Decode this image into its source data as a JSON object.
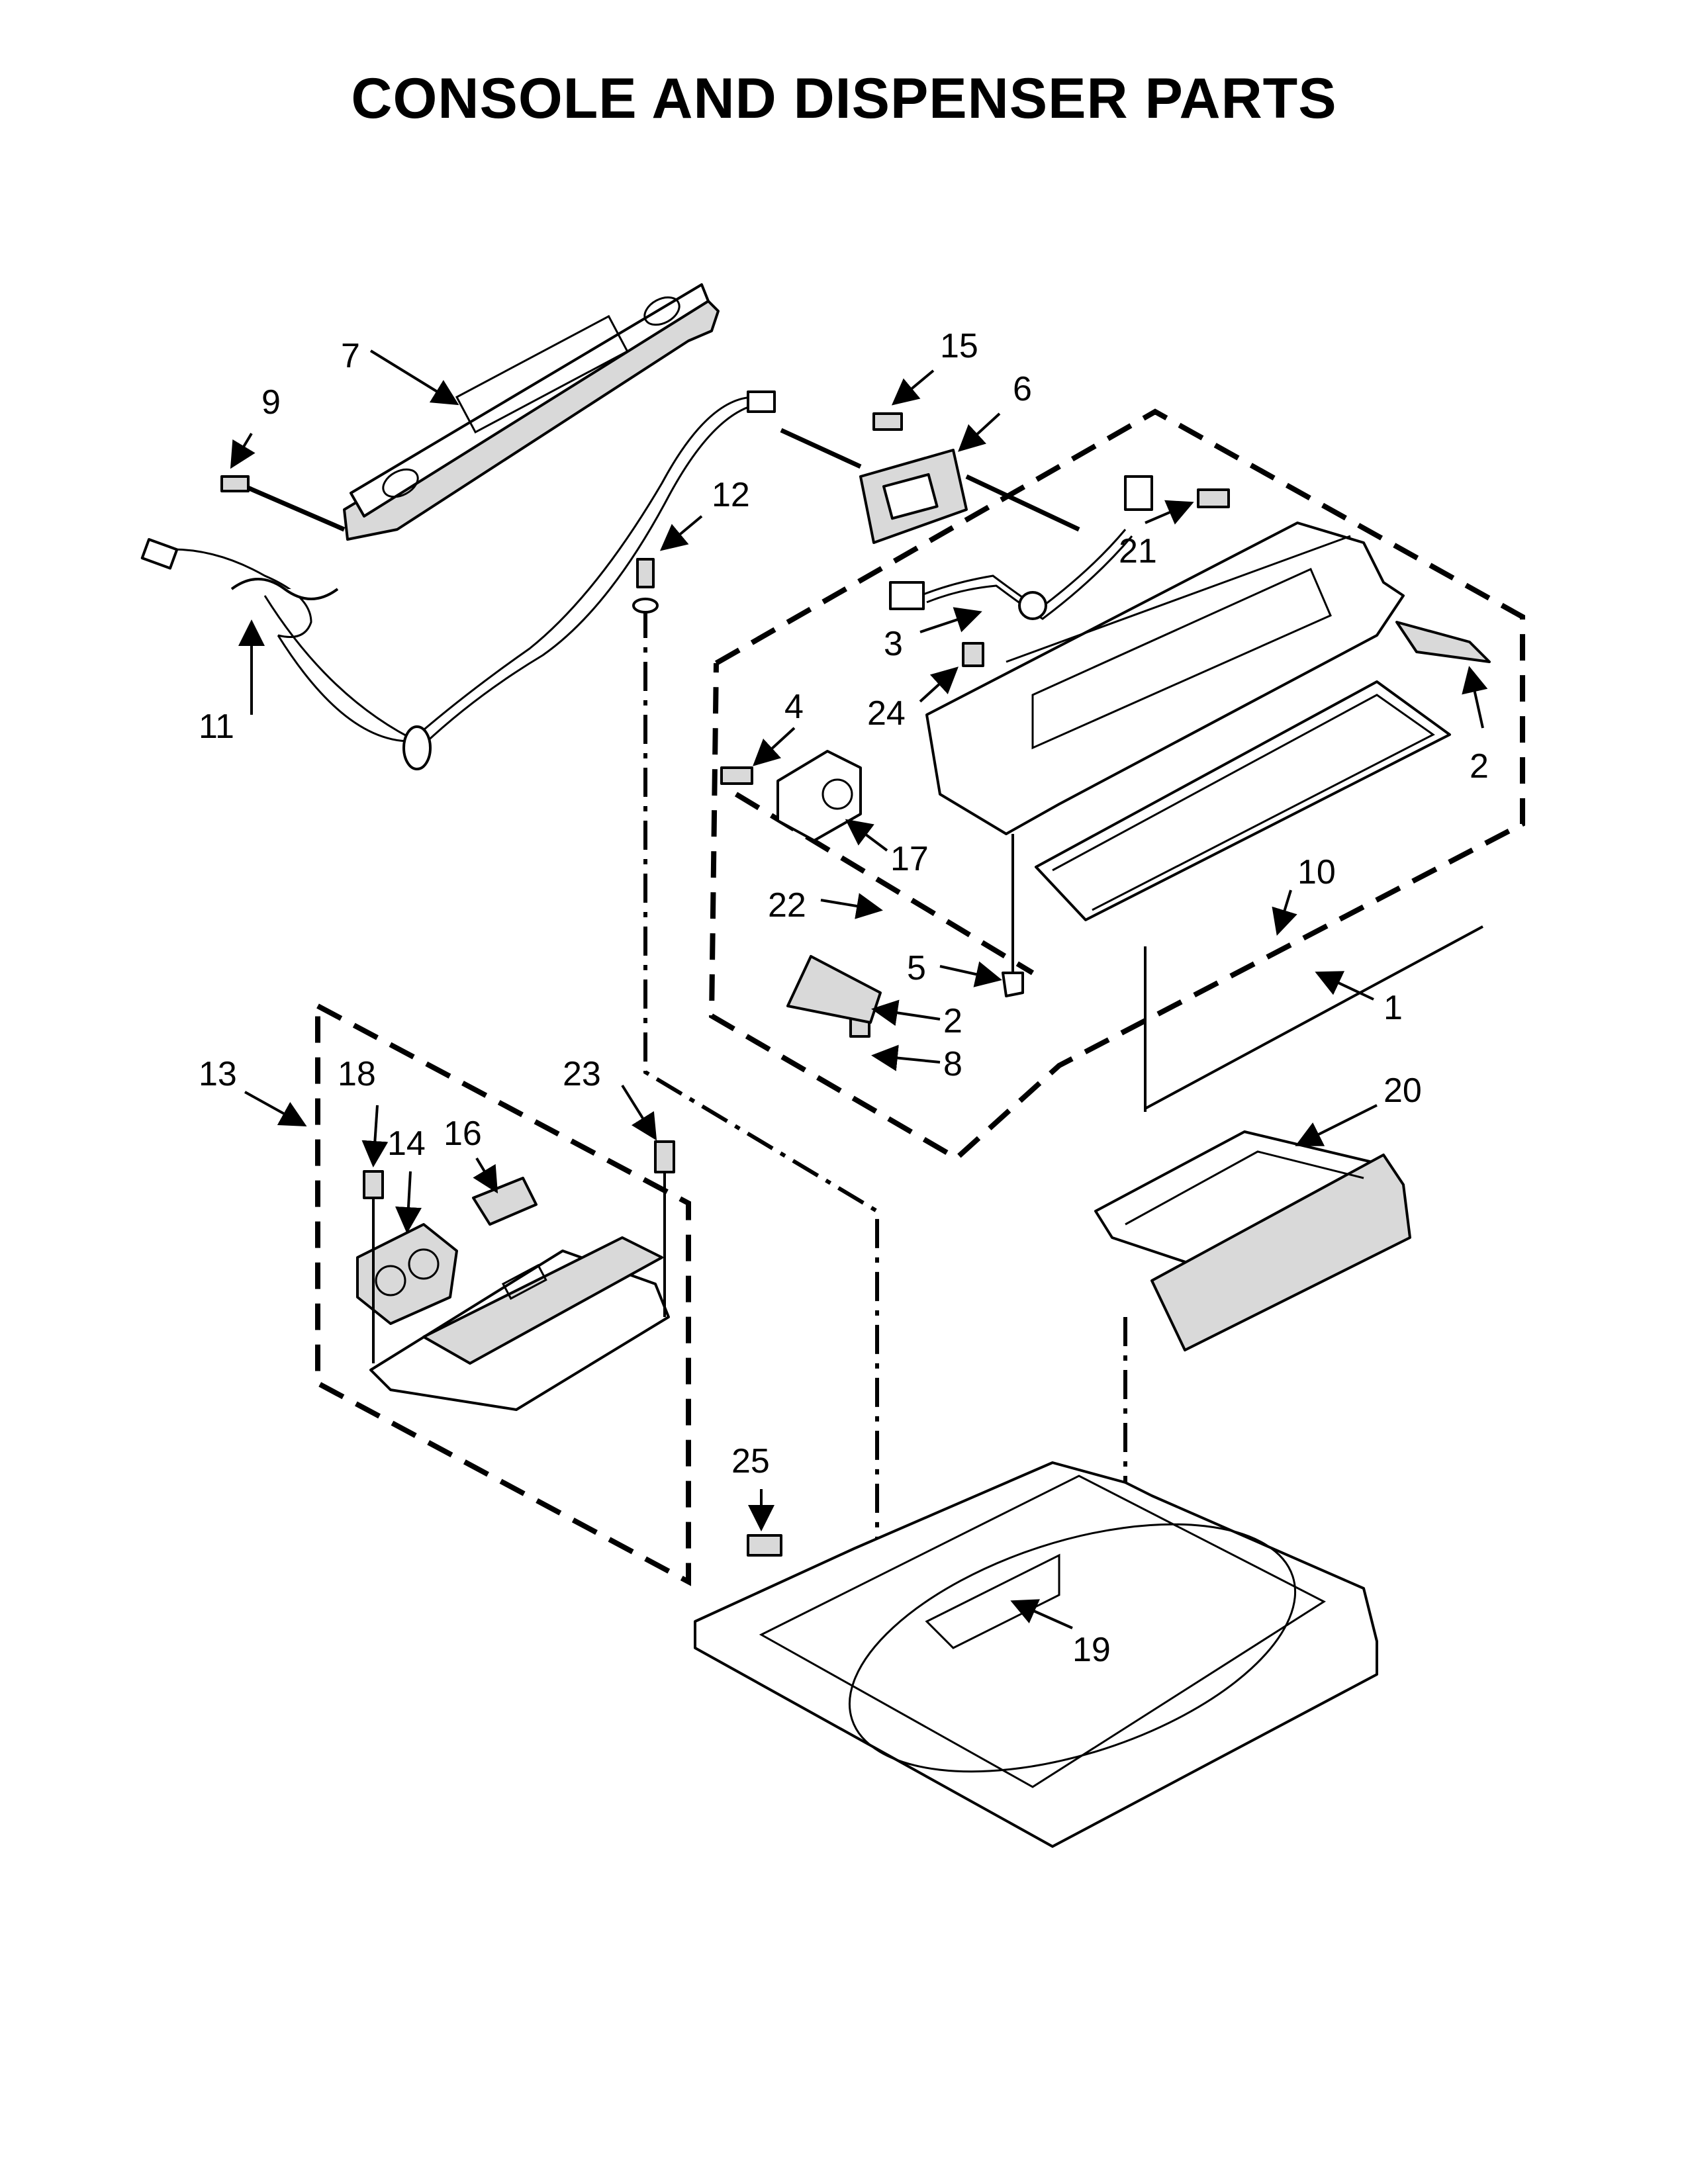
{
  "title": "CONSOLE AND DISPENSER PARTS",
  "callouts": [
    "1",
    "2",
    "3",
    "4",
    "5",
    "6",
    "7",
    "8",
    "9",
    "10",
    "11",
    "12",
    "13",
    "14",
    "15",
    "16",
    "17",
    "18",
    "19",
    "20",
    "21",
    "22",
    "23",
    "24",
    "25"
  ],
  "callout_2_second": "2"
}
